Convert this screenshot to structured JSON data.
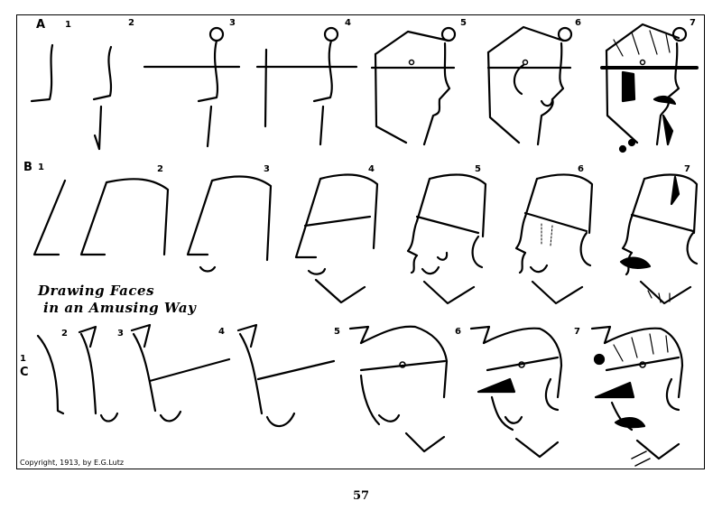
{
  "rows": {
    "a": {
      "label": "A",
      "numbers": [
        "1",
        "2",
        "3",
        "4",
        "5",
        "6",
        "7"
      ]
    },
    "b": {
      "label": "B",
      "numbers": [
        "1",
        "2",
        "3",
        "4",
        "5",
        "6",
        "7"
      ]
    },
    "c": {
      "label": "C",
      "numbers": [
        "1",
        "2",
        "3",
        "4",
        "5",
        "6",
        "7"
      ]
    }
  },
  "caption": {
    "line1": "Drawing Faces",
    "line2": "in an Amusing Way"
  },
  "copyright": "Copyright, 1913, by E.G.Lutz",
  "page_number": "57"
}
